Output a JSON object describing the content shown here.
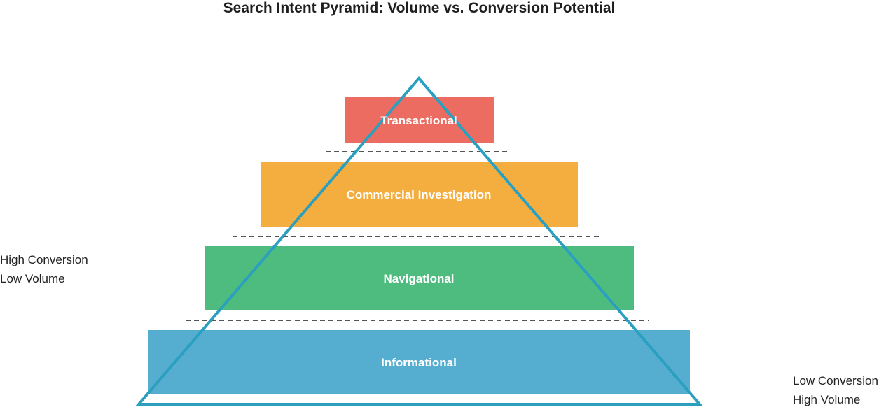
{
  "title": "Search Intent Pyramid: Volume vs. Conversion Potential",
  "tiers": [
    {
      "label": "Transactional",
      "color": "#ec6c61"
    },
    {
      "label": "Commercial Investigation",
      "color": "#f4ae40"
    },
    {
      "label": "Navigational",
      "color": "#4fbc7f"
    },
    {
      "label": "Informational",
      "color": "#55aed0"
    }
  ],
  "triangle_color": "#2b9fc0",
  "divider_color": "#555555",
  "left_label": {
    "line1": "High Conversion",
    "line2": "Low Volume"
  },
  "right_label": {
    "line1": "Low Conversion",
    "line2": "High Volume"
  }
}
